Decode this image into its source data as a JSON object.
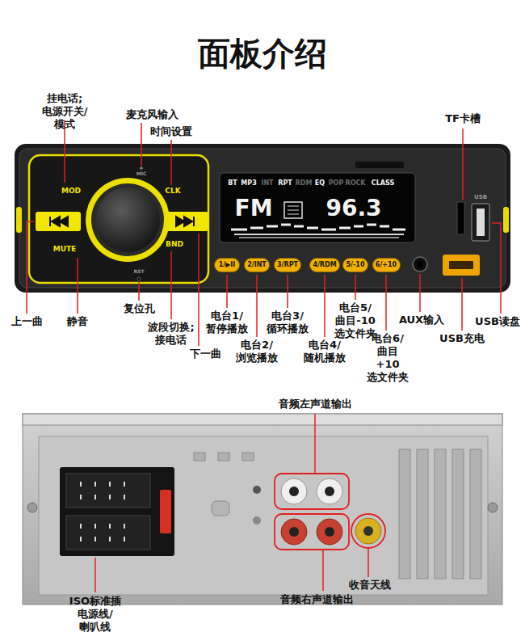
{
  "diagram": {
    "title": "面板介绍",
    "nodes": [
      {
        "text": [
          "1/▶II"
        ]
      },
      {
        "text": [
          "2/INT"
        ]
      },
      {
        "text": [
          "3/RPT"
        ]
      },
      {
        "text": [
          "4/RDM"
        ]
      },
      {
        "text": [
          "5/-10"
        ]
      },
      {
        "text": [
          "6/+10"
        ]
      }
    ],
    "labels": [
      "挂电话; 电源开关/模式",
      "麦克风输入",
      "时间设置",
      "TF卡槽",
      "上一曲",
      "静音",
      "复位孔",
      "波段切换; 接电话",
      "下一曲",
      "电台1/ 暂停播放",
      "电台2/ 浏览播放",
      "电台3/ 循环播放",
      "电台4/ 随机播放",
      "电台5/ 曲目-10 选文件夹",
      "电台6/ 曲目+10 选文件夹",
      "AUX输入",
      "USB充电",
      "USB读盘",
      "音频左声道输出",
      "ISO标准插 电源线/喇叭线",
      "收音天线",
      "音频右声道输出",
      "MOD",
      "CLK",
      "MUTE",
      "BND",
      "MIC",
      "RST",
      "USB",
      "BT",
      "MP3",
      "INT",
      "RPT",
      "RDM",
      "EQ",
      "POP",
      "ROCK",
      "CLASS",
      "FM",
      "96.3"
    ]
  }
}
